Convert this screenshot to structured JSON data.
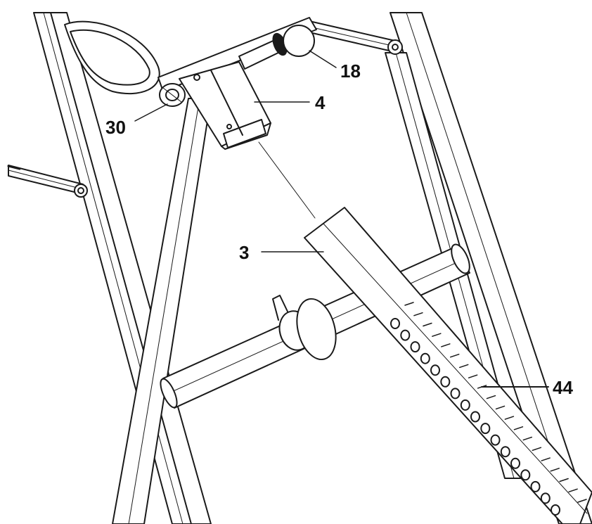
{
  "diagram": {
    "callouts": [
      {
        "id": "part-18",
        "label": "18"
      },
      {
        "id": "part-4",
        "label": "4"
      },
      {
        "id": "part-30",
        "label": "30"
      },
      {
        "id": "part-3",
        "label": "3"
      },
      {
        "id": "part-44",
        "label": "44"
      }
    ],
    "colors": {
      "line": "#1a1a1a",
      "fill": "#ffffff",
      "hole": "#ffffff"
    }
  }
}
